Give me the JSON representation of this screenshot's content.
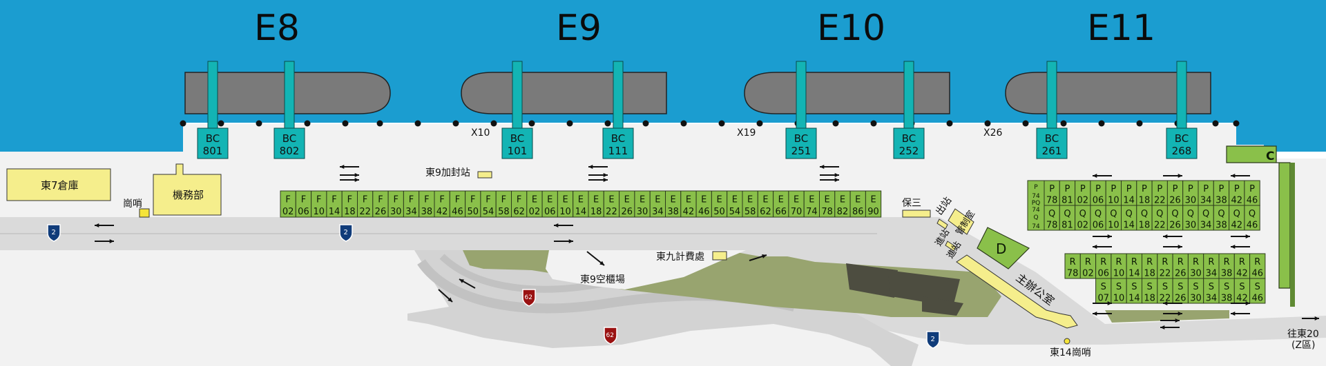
{
  "berths": [
    "E8",
    "E9",
    "E10",
    "E11"
  ],
  "cranes": [
    {
      "id": "BC\n801",
      "lines": [
        "BC",
        "801"
      ]
    },
    {
      "id": "BC\n802",
      "lines": [
        "BC",
        "802"
      ]
    },
    {
      "id": "BC\n101",
      "lines": [
        "BC",
        "101"
      ]
    },
    {
      "id": "BC\n111",
      "lines": [
        "BC",
        "111"
      ]
    },
    {
      "id": "BC\n251",
      "lines": [
        "BC",
        "251"
      ]
    },
    {
      "id": "BC\n252",
      "lines": [
        "BC",
        "252"
      ]
    },
    {
      "id": "BC\n261",
      "lines": [
        "BC",
        "261"
      ]
    },
    {
      "id": "BC\n268",
      "lines": [
        "BC",
        "268"
      ]
    }
  ],
  "markers": [
    "X10",
    "X19",
    "X26"
  ],
  "buildings": {
    "warehouse": "東7倉庫",
    "sentry_west": "崗哨",
    "admin": "機務部",
    "sealing_station": "東9加封站",
    "baosan": "保三",
    "exit": "出站",
    "control_room": "管制室",
    "enter_1": "進站",
    "enter_2": "進站",
    "zone_d": "D",
    "zone_c": "C",
    "main_office": "主辦公室",
    "weigh_office": "東九計費處",
    "empty_yard": "東9空櫃場",
    "sentry_e14": "東14崗哨",
    "to_e20": "往東20",
    "zone_z": "(Z區)"
  },
  "route_shields": {
    "road_2": "2",
    "road_62": "62"
  },
  "slots_f": [
    "02",
    "06",
    "10",
    "14",
    "18",
    "22",
    "26",
    "30",
    "34",
    "38",
    "42",
    "46",
    "50",
    "54",
    "58",
    "62"
  ],
  "slots_e": [
    "02",
    "06",
    "10",
    "14",
    "18",
    "22",
    "26",
    "30",
    "34",
    "38",
    "42",
    "46",
    "50",
    "54",
    "58",
    "62",
    "66",
    "70",
    "74",
    "78",
    "82",
    "86",
    "90"
  ],
  "slots_p": [
    "78",
    "81",
    "02",
    "06",
    "10",
    "14",
    "18",
    "22",
    "26",
    "30",
    "34",
    "38",
    "42",
    "46"
  ],
  "slots_q": [
    "78",
    "81",
    "02",
    "06",
    "10",
    "14",
    "18",
    "22",
    "26",
    "30",
    "34",
    "38",
    "42",
    "46"
  ],
  "slots_r": [
    "78",
    "02",
    "06",
    "10",
    "14",
    "18",
    "22",
    "26",
    "30",
    "34",
    "38",
    "42",
    "46"
  ],
  "slots_s": [
    "07",
    "10",
    "14",
    "18",
    "22",
    "26",
    "30",
    "34",
    "38",
    "42",
    "46"
  ],
  "letters": {
    "f": "F",
    "e": "E",
    "p": "P",
    "q": "Q",
    "r": "R",
    "s": "S",
    "pq": "PQ",
    "p74": "74",
    "q74": "74"
  },
  "colors": {
    "sea": "#1b9dd0",
    "ship": "#7a7a7a",
    "crane": "#13b4b4",
    "yard": "#8ac04a",
    "building": "#f5ee8c",
    "road": "#dadada",
    "dock": "#f2f2f2",
    "land_green": "#98a46f"
  }
}
